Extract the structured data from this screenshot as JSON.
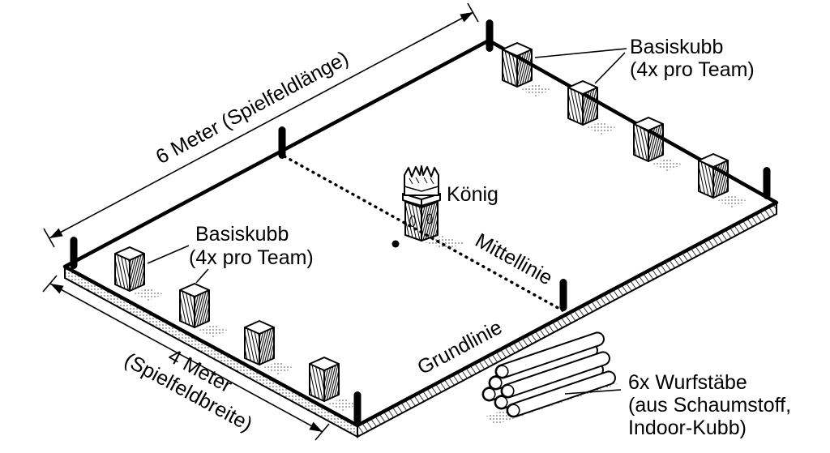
{
  "diagram": {
    "background": "#ffffff",
    "ink": "#000000",
    "field": {
      "length_label": "6 Meter (Spielfeldlänge)",
      "width_label": [
        "4 Meter",
        "(Spielfeldbreite)"
      ],
      "center_line_label": "Mittellinie",
      "base_line_label": "Grundlinie"
    },
    "pieces": {
      "king_label": "König",
      "basiskubb_top": [
        "Basiskubb",
        "(4x pro Team)"
      ],
      "basiskubb_bottom": [
        "Basiskubb",
        "(4x pro Team)"
      ],
      "sticks_label": [
        "6x Wurfstäbe",
        "(aus Schaumstoff,",
        "Indoor-Kubb)"
      ]
    },
    "counts": {
      "kubbs_per_team": 4,
      "throwing_sticks": 6
    }
  }
}
